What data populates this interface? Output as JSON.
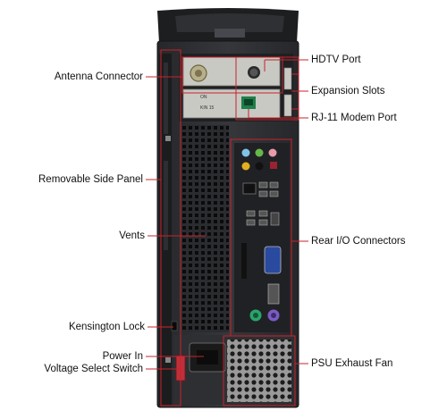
{
  "colors": {
    "callout": "#c8232c",
    "case_dark": "#2a2b2e",
    "case_mid": "#3a3b3f",
    "background": "#ffffff"
  },
  "labels": {
    "antenna_connector": "Antenna Connector",
    "removable_side_panel": "Removable Side Panel",
    "vents": "Vents",
    "kensington_lock": "Kensington Lock",
    "power_in": "Power In",
    "voltage_select_switch": "Voltage Select Switch",
    "hdtv_port": "HDTV Port",
    "expansion_slots": "Expansion Slots",
    "rj11_modem_port": "RJ-11 Modem Port",
    "rear_io_connectors": "Rear I/O Connectors",
    "psu_exhaust_fan": "PSU Exhaust Fan"
  },
  "card_text": {
    "line1": "ON",
    "line2": "KIN 15"
  }
}
